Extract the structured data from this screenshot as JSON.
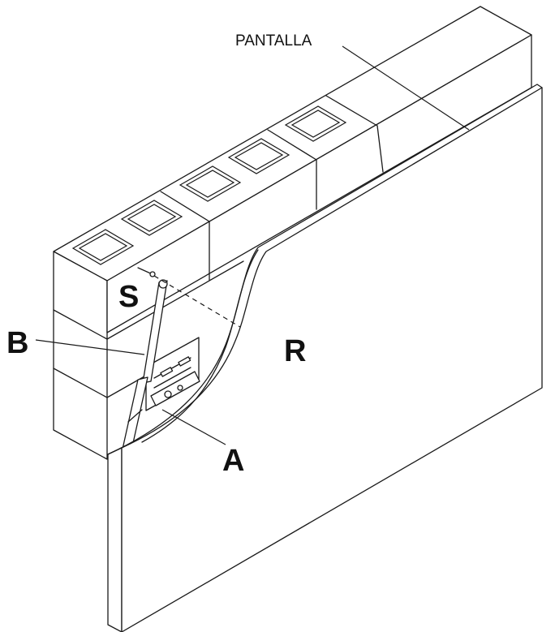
{
  "labels": {
    "pantalla": "PANTALLA",
    "s": "S",
    "b": "B",
    "r": "R",
    "a": "A"
  }
}
